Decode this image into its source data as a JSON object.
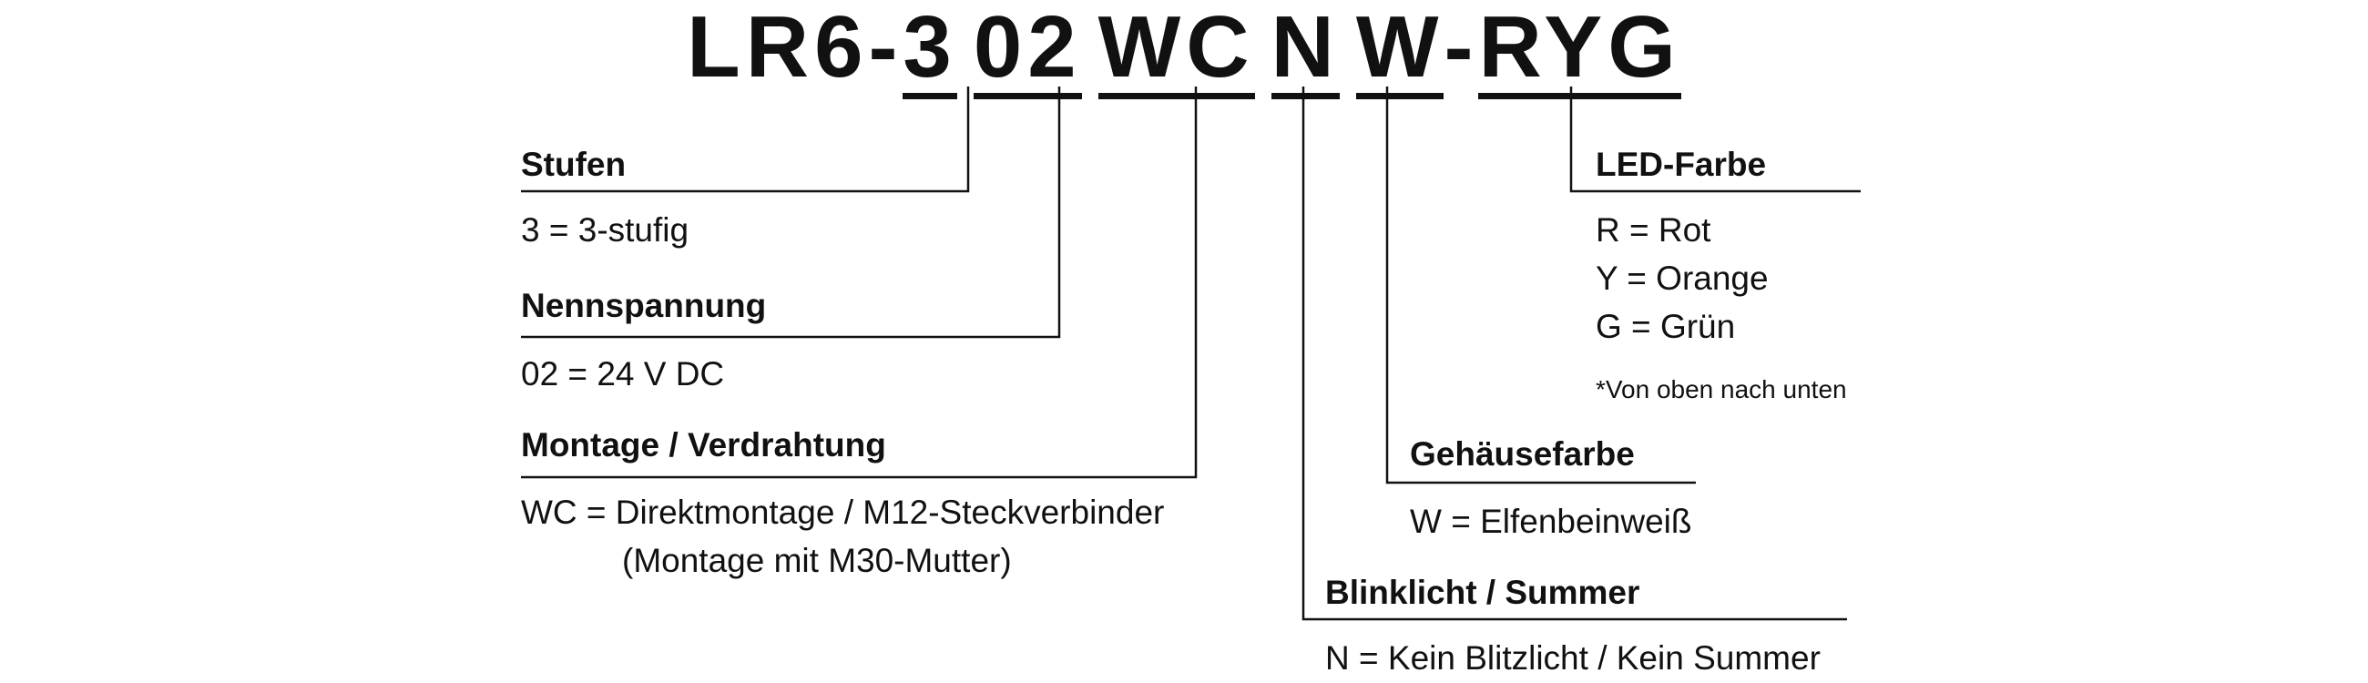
{
  "model_code": {
    "prefix": "LR6-",
    "steps": "3",
    "voltage": "02",
    "mounting": "WC",
    "flash": "N",
    "housing": "W",
    "dash": "-",
    "led": "RYG"
  },
  "sections": {
    "steps": {
      "heading": "Stufen",
      "value": "3 = 3-stufig"
    },
    "voltage": {
      "heading": "Nennspannung",
      "value": "02 = 24 V DC"
    },
    "mounting": {
      "heading": "Montage / Verdrahtung",
      "value_line1": "WC = Direktmontage / M12-Steckverbinder",
      "value_line2": "(Montage mit M30-Mutter)"
    },
    "flash": {
      "heading": "Blinklicht / Summer",
      "value": "N = Kein Blitzlicht / Kein Summer"
    },
    "housing": {
      "heading": "Gehäusefarbe",
      "value": "W = Elfenbeinweiß"
    },
    "led": {
      "heading": "LED-Farbe",
      "values": [
        "R = Rot",
        "Y = Orange",
        "G = Grün"
      ],
      "note": "*Von oben nach unten"
    }
  }
}
